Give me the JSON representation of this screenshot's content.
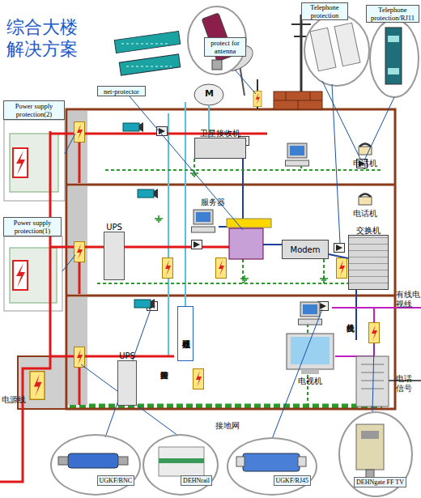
{
  "diagram": {
    "title": "综合大楼 解决方案",
    "nodes": [
      {
        "text": [
          "protect for antenna"
        ]
      },
      {
        "text": [
          "Telephone protection"
        ]
      },
      {
        "text": [
          "Telephone protection/RJ11"
        ]
      },
      {
        "text": [
          "net-protector"
        ]
      },
      {
        "text": [
          "Power supply protection(2)"
        ]
      },
      {
        "text": [
          "卫星接收机"
        ]
      },
      {
        "text": [
          "Power supply protection(1)"
        ]
      },
      {
        "text": [
          "UPS"
        ]
      },
      {
        "text": [
          "Modem"
        ]
      },
      {
        "text": [
          "交换机"
        ]
      },
      {
        "text": [
          "UPS"
        ]
      },
      {
        "text": [
          "视频处理器"
        ]
      },
      {
        "text": [
          "电视机"
        ]
      },
      {
        "text": [
          "UGKF/BNC"
        ]
      },
      {
        "text": [
          "DEHNrail"
        ]
      },
      {
        "text": [
          "UGKF/RJ45"
        ]
      },
      {
        "text": [
          "DEHNgate FF TV"
        ]
      }
    ],
    "edges": [
      {
        "from": 8,
        "to": 9,
        "arrow": "none"
      }
    ],
    "labels": [
      "M",
      "电话机",
      "服务器",
      "电话机",
      "有线电视线",
      "闭路监控设备",
      "交换机外线",
      "电话信号",
      "电源线",
      "接地网"
    ]
  }
}
